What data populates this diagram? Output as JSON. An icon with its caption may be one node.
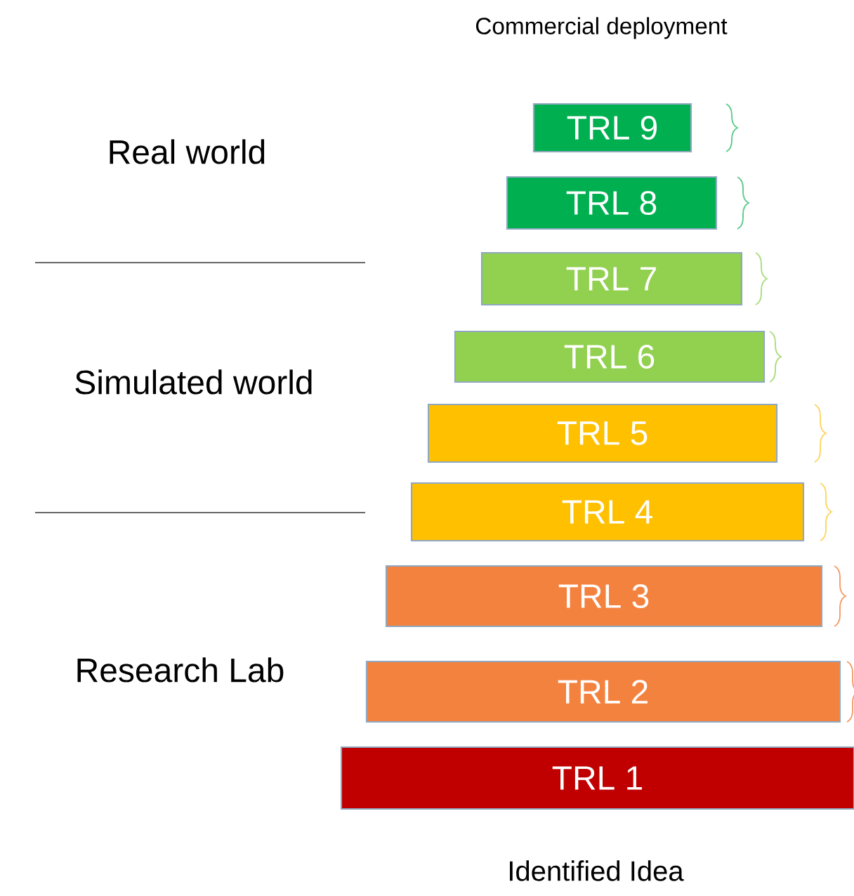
{
  "diagram": {
    "nodes": [
      {
        "text": [
          "TRL 9"
        ]
      },
      {
        "text": [
          "TRL 8"
        ]
      },
      {
        "text": [
          "TRL 7"
        ]
      },
      {
        "text": [
          "TRL 6"
        ]
      },
      {
        "text": [
          "TRL 5"
        ]
      },
      {
        "text": [
          "TRL 4"
        ]
      },
      {
        "text": [
          "TRL 3"
        ]
      },
      {
        "text": [
          "TRL 2"
        ]
      },
      {
        "text": [
          "TRL 1"
        ]
      }
    ],
    "labels": [
      "Commercial deployment",
      "Real world",
      "Simulated world",
      "Research Lab",
      "Identified Idea"
    ]
  }
}
